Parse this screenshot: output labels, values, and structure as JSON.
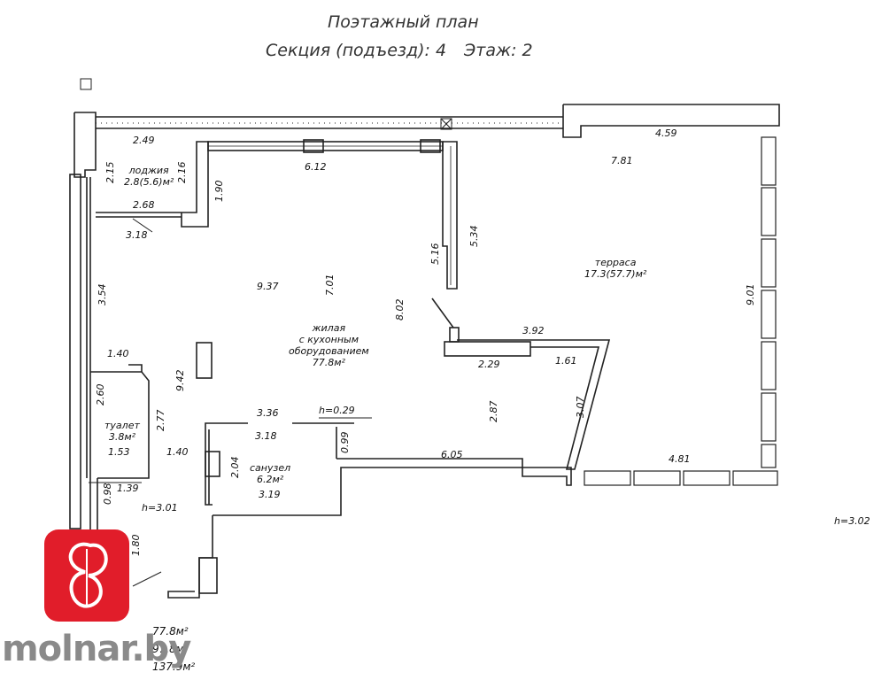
{
  "header": {
    "title": "Поэтажный план",
    "section": "Секция (подъезд): 4",
    "floor": "Этаж: 2"
  },
  "rooms": {
    "loggia": {
      "name": "лоджия",
      "area": "2.8(5.6)м²"
    },
    "living": {
      "line1": "жилая",
      "line2": "с кухонным",
      "line3": "оборудованием",
      "area": "77.8м²"
    },
    "terrace": {
      "name": "терраса",
      "area": "17.3(57.7)м²"
    },
    "toilet": {
      "name": "туалет",
      "area": "3.8м²"
    },
    "bathroom": {
      "name": "санузел",
      "area": "6.2м²"
    }
  },
  "dimensions": {
    "d249": "2.49",
    "d215": "2.15",
    "d216": "2.16",
    "d268": "2.68",
    "d318a": "3.18",
    "d190": "1.90",
    "d612": "6.12",
    "d459": "4.59",
    "d781": "7.81",
    "d516": "5.16",
    "d534": "5.34",
    "d354": "3.54",
    "d937": "9.37",
    "d701": "7.01",
    "d802": "8.02",
    "d901": "9.01",
    "d392": "3.92",
    "d229": "2.29",
    "d161": "1.61",
    "d140a": "1.40",
    "d260": "2.60",
    "d942": "9.42",
    "d277": "2.77",
    "d153": "1.53",
    "d140b": "1.40",
    "d336": "3.36",
    "d318b": "3.18",
    "h029": "h=0.29",
    "d099": "0.99",
    "d287": "2.87",
    "d307": "3.07",
    "d204": "2.04",
    "d319": "3.19",
    "d605": "6.05",
    "d481": "4.81",
    "d139": "1.39",
    "d098": "0.98",
    "h301": "h=3.01",
    "d180": "1.80",
    "h302": "h=3.02"
  },
  "totals": {
    "t1": "77.8м²",
    "t2": "97.8м²",
    "t3": "137.9м²"
  },
  "logo": {
    "text": "molnar.by",
    "color": "#e11d2a"
  }
}
